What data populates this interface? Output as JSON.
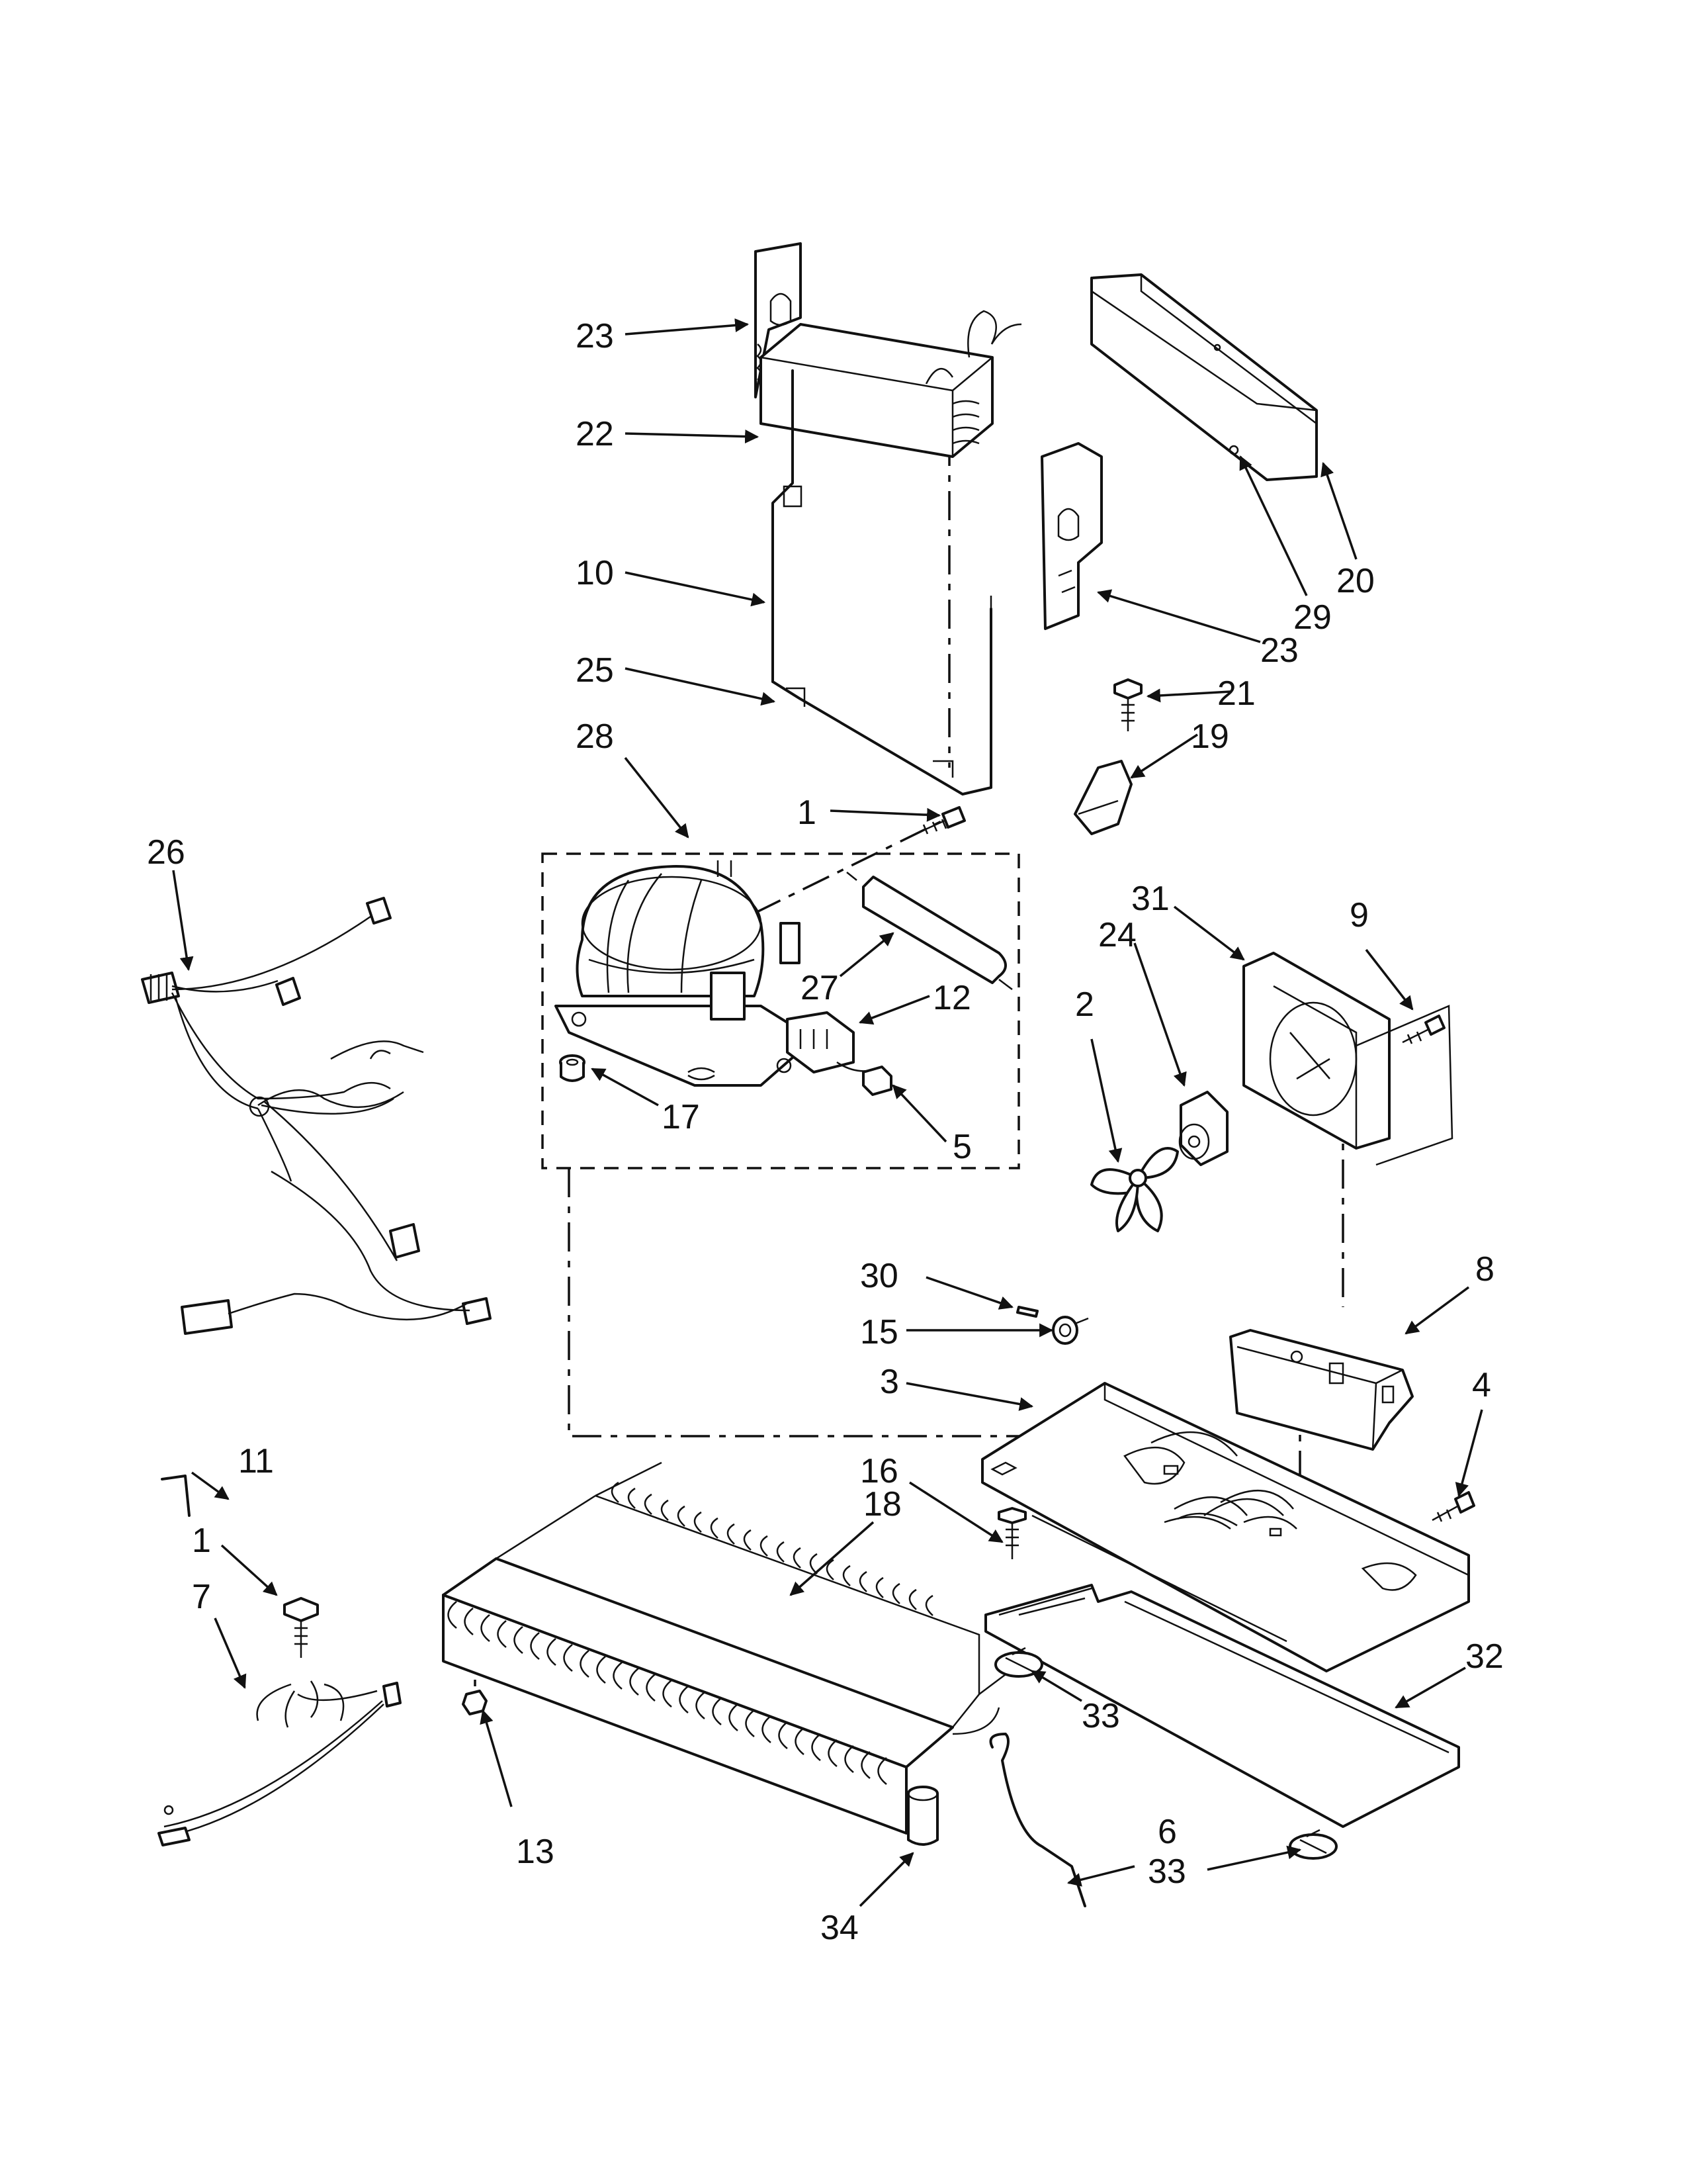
{
  "callouts": {
    "c23a": "23",
    "c22": "22",
    "c10": "10",
    "c25": "25",
    "c28": "28",
    "c1a": "1",
    "c20": "20",
    "c29": "29",
    "c23b": "23",
    "c21": "21",
    "c19": "19",
    "c26": "26",
    "c27": "27",
    "c12": "12",
    "c17": "17",
    "c5": "5",
    "c31": "31",
    "c9": "9",
    "c24": "24",
    "c2": "2",
    "c30": "30",
    "c8": "8",
    "c15": "15",
    "c3": "3",
    "c4": "4",
    "c11": "11",
    "c16": "16",
    "c18": "18",
    "c1b": "1",
    "c7": "7",
    "c32": "32",
    "c33a": "33",
    "c13": "13",
    "c6": "6",
    "c33b": "33",
    "c34": "34"
  }
}
